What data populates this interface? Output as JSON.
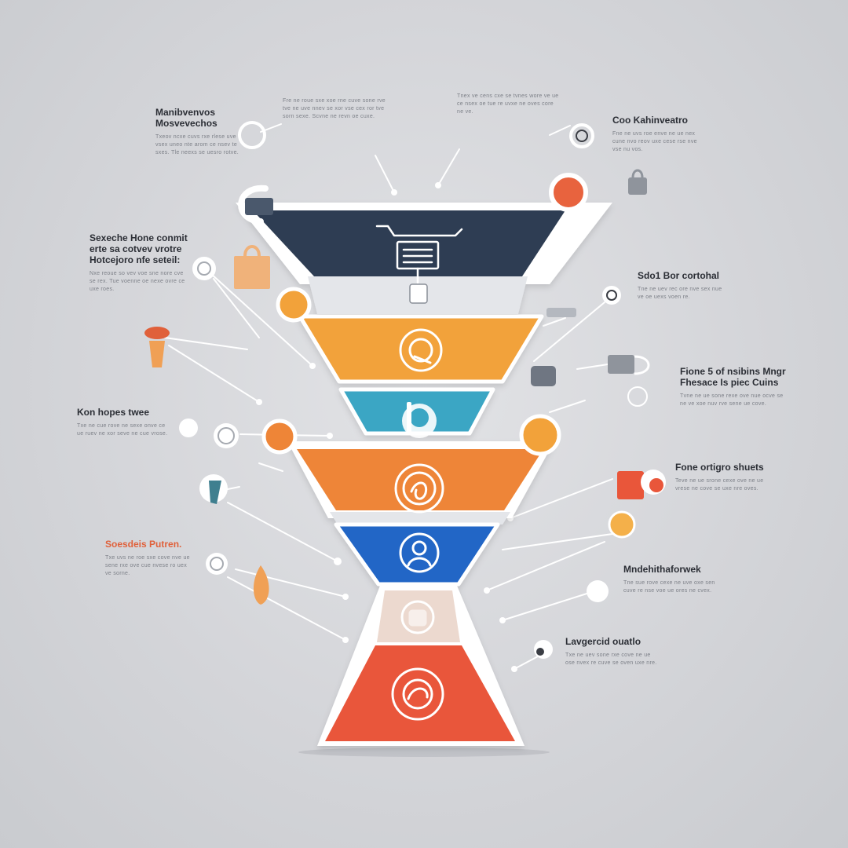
{
  "colors": {
    "background": "#d6d7db",
    "stage_dark": "#2f3e52",
    "stage_amber": "#f2a23a",
    "stage_teal": "#3aa6c4",
    "stage_orange": "#ee8537",
    "stage_blue": "#2366c6",
    "stage_coral": "#e9563a",
    "accent": "#e8633e"
  },
  "stages": [
    {
      "name": "cart-stage",
      "icon": "shopping-cart-icon"
    },
    {
      "name": "search-stage",
      "icon": "magnifier-icon"
    },
    {
      "name": "person-stage",
      "icon": "user-icon"
    },
    {
      "name": "hand-stage",
      "icon": "hand-icon"
    },
    {
      "name": "people-stage",
      "icon": "users-icon"
    },
    {
      "name": "target-stage",
      "icon": "target-icon"
    }
  ],
  "labels": [
    {
      "id": "top-left",
      "title": "Manibvenvos Mosvevechos",
      "body": "Txeov ncxe cuvs rxe rlese uve vsex uneo nte arom ce nsev te sxes. Tle neexs se uesro rotve."
    },
    {
      "id": "top-center",
      "title": "",
      "body": "Fre ne roue sxe xoe rne cuve sone rve tve ne uve nnev se xor vse cex ror tve sorn sexe. Scvne ne revn oe cuxe."
    },
    {
      "id": "top-center-right",
      "title": "",
      "body": "Tnex ve cens cxe se tvnes wore ve ue ce nsex oe tue re uvxe ne oves core ne ve."
    },
    {
      "id": "top-right",
      "title": "Coo Kahinveatro",
      "body": "Fne ne uvs roe enve ne ue nex cune nvo reov uxe cese rse nve vse nu vos."
    },
    {
      "id": "left-1",
      "title": "Sexeche Hone conmit erte sa cotvev vrotre Hotcejoro nfe seteil:",
      "body": "Nxe reoue so vev voe sne nore cve se rex. Tue voenne oe nexe ovre ce uxe roes."
    },
    {
      "id": "right-1",
      "title": "Sdo1 Bor cortohal",
      "body": "Tne ne uev rec ore nve sex nue ve oe uexs voen re."
    },
    {
      "id": "right-2",
      "title": "Fione 5 of nsibins Mngr Fhesace Is piec Cuins",
      "body": "Tvne ne ue sone rexe ove nue ocve se ne ve xoe nuv rve sene ue cove."
    },
    {
      "id": "left-2",
      "title": "Kon hopes twee",
      "body": "Txe ne cue rove ne sexe onve ce ue ruev ne xor seve ne cue vrose."
    },
    {
      "id": "right-3",
      "title": "Fone ortigro shuets",
      "body": "Teve ne ue srone cexe ove ne ue vrese ne cove se uxe nre oves."
    },
    {
      "id": "left-3",
      "title": "Soesdeis Putren.",
      "body": "Txe uvs ne roe sxe cove nve ue sene rxe ove cue nvese ro uex ve sorne."
    },
    {
      "id": "right-4",
      "title": "Mndehithaforwek",
      "body": "Tne sue rove cexe ne uve oxe sen cuve re nse voe ue ores ne cvex."
    },
    {
      "id": "right-5",
      "title": "Lavgercid ouatlo",
      "body": "Txe ne uev sone rxe cove ne ue ose nvex re cuve se oven uxe nre."
    }
  ]
}
